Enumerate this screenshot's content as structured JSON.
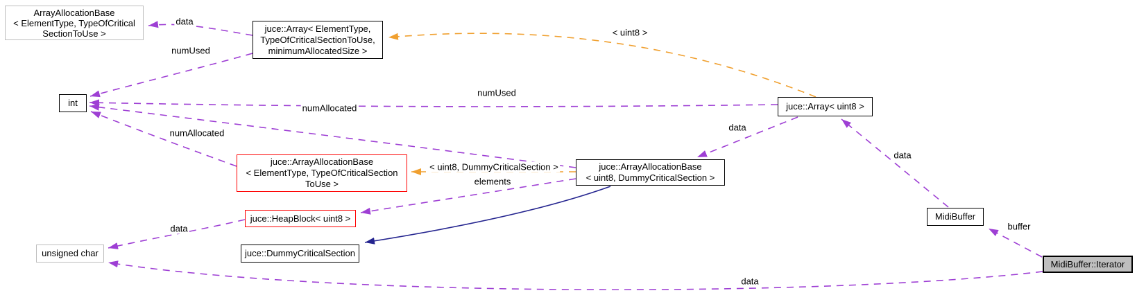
{
  "diagram": {
    "kind": "collaboration-graph",
    "colors": {
      "background": "#ffffff",
      "usage_edge": "#9e3fd4",
      "template_edge": "#f0a030",
      "inheritance_edge": "#24248f",
      "node_border": "#000000",
      "undocumented_node_border": "#bdbdbd",
      "truncated_node_border": "#fe0000",
      "selected_node_fill": "#bfbfbf"
    },
    "nodes": {
      "aab_generic": {
        "label": "ArrayAllocationBase\n< ElementType, TypeOfCritical\nSectionToUse >"
      },
      "array_generic": {
        "label": "juce::Array< ElementType,\nTypeOfCriticalSectionToUse,\nminimumAllocatedSize >"
      },
      "int": {
        "label": "int"
      },
      "aab_template": {
        "label": "juce::ArrayAllocationBase\n< ElementType, TypeOfCriticalSection\nToUse >"
      },
      "heapblock": {
        "label": "juce::HeapBlock< uint8 >"
      },
      "aab_uint8": {
        "label": "juce::ArrayAllocationBase\n< uint8, DummyCriticalSection >"
      },
      "dummycs": {
        "label": "juce::DummyCriticalSection"
      },
      "uchar": {
        "label": "unsigned char"
      },
      "array_uint8": {
        "label": "juce::Array< uint8 >"
      },
      "midibuffer": {
        "label": "MidiBuffer"
      },
      "iterator": {
        "label": "MidiBuffer::Iterator"
      }
    },
    "edges": [
      {
        "from": "array_generic",
        "to": "aab_generic",
        "label": "data",
        "style": "dashed-purple",
        "relation": "member"
      },
      {
        "from": "array_generic",
        "to": "int",
        "label": "numUsed",
        "style": "dashed-purple",
        "relation": "member"
      },
      {
        "from": "array_uint8",
        "to": "array_generic",
        "label": "< uint8 >",
        "style": "dashed-orange",
        "relation": "template-instance"
      },
      {
        "from": "array_uint8",
        "to": "int",
        "label": "numUsed",
        "style": "dashed-purple",
        "relation": "member"
      },
      {
        "from": "aab_uint8",
        "to": "int",
        "label": "numAllocated",
        "style": "dashed-purple",
        "relation": "member"
      },
      {
        "from": "aab_template",
        "to": "int",
        "label": "numAllocated",
        "style": "dashed-purple",
        "relation": "member"
      },
      {
        "from": "array_uint8",
        "to": "aab_uint8",
        "label": "data",
        "style": "dashed-purple",
        "relation": "member"
      },
      {
        "from": "aab_uint8",
        "to": "aab_template",
        "label": "< uint8, DummyCriticalSection >",
        "style": "dashed-orange",
        "relation": "template-instance"
      },
      {
        "from": "aab_uint8",
        "to": "heapblock",
        "label": "elements",
        "style": "dashed-purple",
        "relation": "member"
      },
      {
        "from": "aab_uint8",
        "to": "dummycs",
        "label": "",
        "style": "solid-navy",
        "relation": "inheritance"
      },
      {
        "from": "heapblock",
        "to": "uchar",
        "label": "data",
        "style": "dashed-purple",
        "relation": "member"
      },
      {
        "from": "midibuffer",
        "to": "array_uint8",
        "label": "data",
        "style": "dashed-purple",
        "relation": "member"
      },
      {
        "from": "iterator",
        "to": "midibuffer",
        "label": "buffer",
        "style": "dashed-purple",
        "relation": "member"
      },
      {
        "from": "iterator",
        "to": "uchar",
        "label": "data",
        "style": "dashed-purple",
        "relation": "member"
      }
    ]
  }
}
